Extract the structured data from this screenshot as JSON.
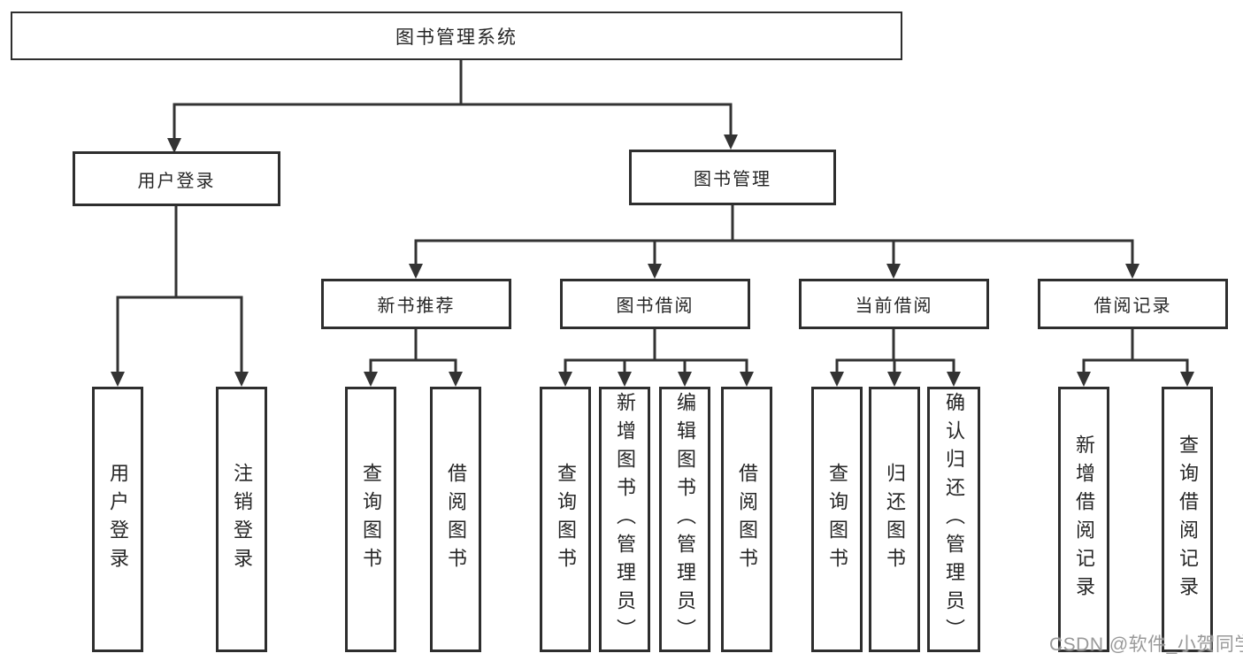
{
  "diagram": {
    "title": "图书管理系统",
    "root": {
      "label": "图书管理系统"
    },
    "branches": [
      {
        "label": "用户登录",
        "children": [
          {
            "label": "用户登录"
          },
          {
            "label": "注销登录"
          }
        ]
      },
      {
        "label": "图书管理",
        "children": [
          {
            "label": "新书推荐",
            "children": [
              {
                "label": "查询图书"
              },
              {
                "label": "借阅图书"
              }
            ]
          },
          {
            "label": "图书借阅",
            "children": [
              {
                "label": "查询图书"
              },
              {
                "label": "新增图书（管理员）"
              },
              {
                "label": "编辑图书（管理员）"
              },
              {
                "label": "借阅图书"
              }
            ]
          },
          {
            "label": "当前借阅",
            "children": [
              {
                "label": "查询图书"
              },
              {
                "label": "归还图书"
              },
              {
                "label": "确认归还（管理员）"
              }
            ]
          },
          {
            "label": "借阅记录",
            "children": [
              {
                "label": "新增借阅记录"
              },
              {
                "label": "查询借阅记录"
              }
            ]
          }
        ]
      }
    ]
  },
  "watermark": {
    "text": "CSDN @软件_小贺同学"
  },
  "colors": {
    "line": "#333333",
    "box_border": "#2e2e2e",
    "text": "#262626",
    "watermark": "#949494",
    "background": "#ffffff"
  }
}
